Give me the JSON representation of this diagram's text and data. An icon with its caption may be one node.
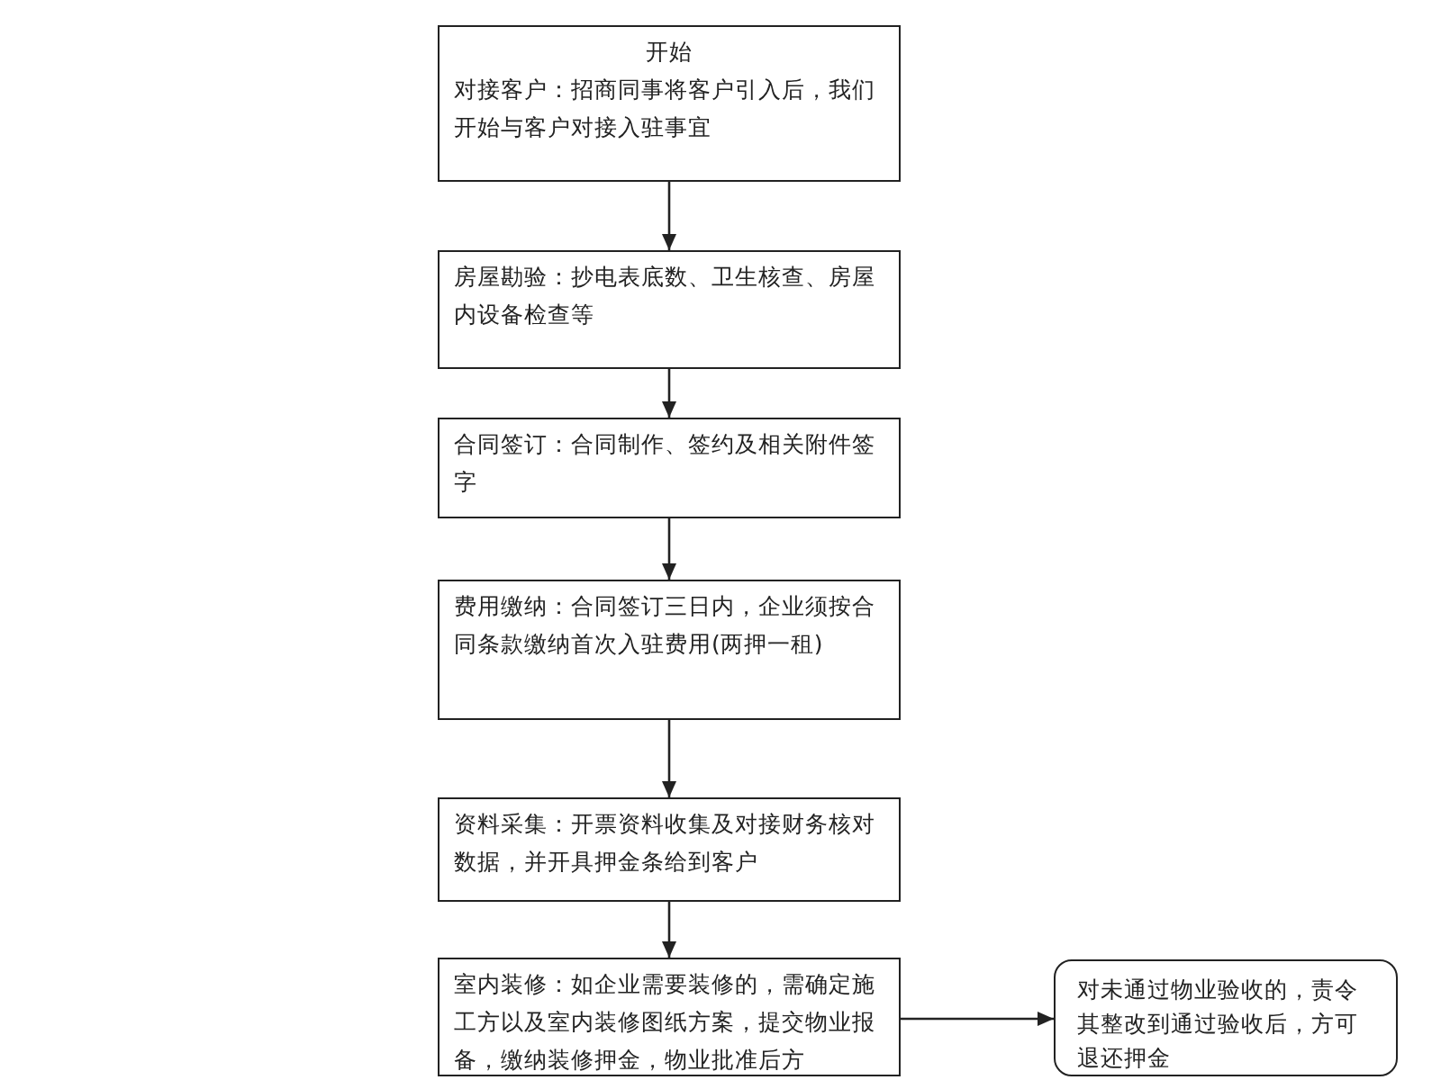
{
  "diagram": {
    "nodes": [
      {
        "text": [
          "开始",
          "对接客户：招商同事将客户引入后，我们开始与客户对接入驻事宜"
        ]
      },
      {
        "text": [
          "房屋勘验：抄电表底数、卫生核查、房屋内设备检查等"
        ]
      },
      {
        "text": [
          "合同签订：合同制作、签约及相关附件签字"
        ]
      },
      {
        "text": [
          "费用缴纳：合同签订三日内，企业须按合同条款缴纳首次入驻费用(两押一租)"
        ]
      },
      {
        "text": [
          "资料采集：开票资料收集及对接财务核对数据，并开具押金条给到客户"
        ]
      },
      {
        "text": [
          "室内装修：如企业需要装修的，需确定施工方以及室内装修图纸方案，提交物业报备，缴纳装修押金，物业批准后方"
        ]
      },
      {
        "text": [
          "对未通过物业验收的，责令其整改到通过验收后，方可退还押金"
        ]
      }
    ],
    "edges": [
      {
        "from": 0,
        "to": 1,
        "arrow": "to"
      },
      {
        "from": 1,
        "to": 2,
        "arrow": "to"
      },
      {
        "from": 2,
        "to": 3,
        "arrow": "to"
      },
      {
        "from": 3,
        "to": 4,
        "arrow": "to"
      },
      {
        "from": 4,
        "to": 5,
        "arrow": "to"
      },
      {
        "from": 5,
        "to": 6,
        "arrow": "to"
      }
    ]
  }
}
